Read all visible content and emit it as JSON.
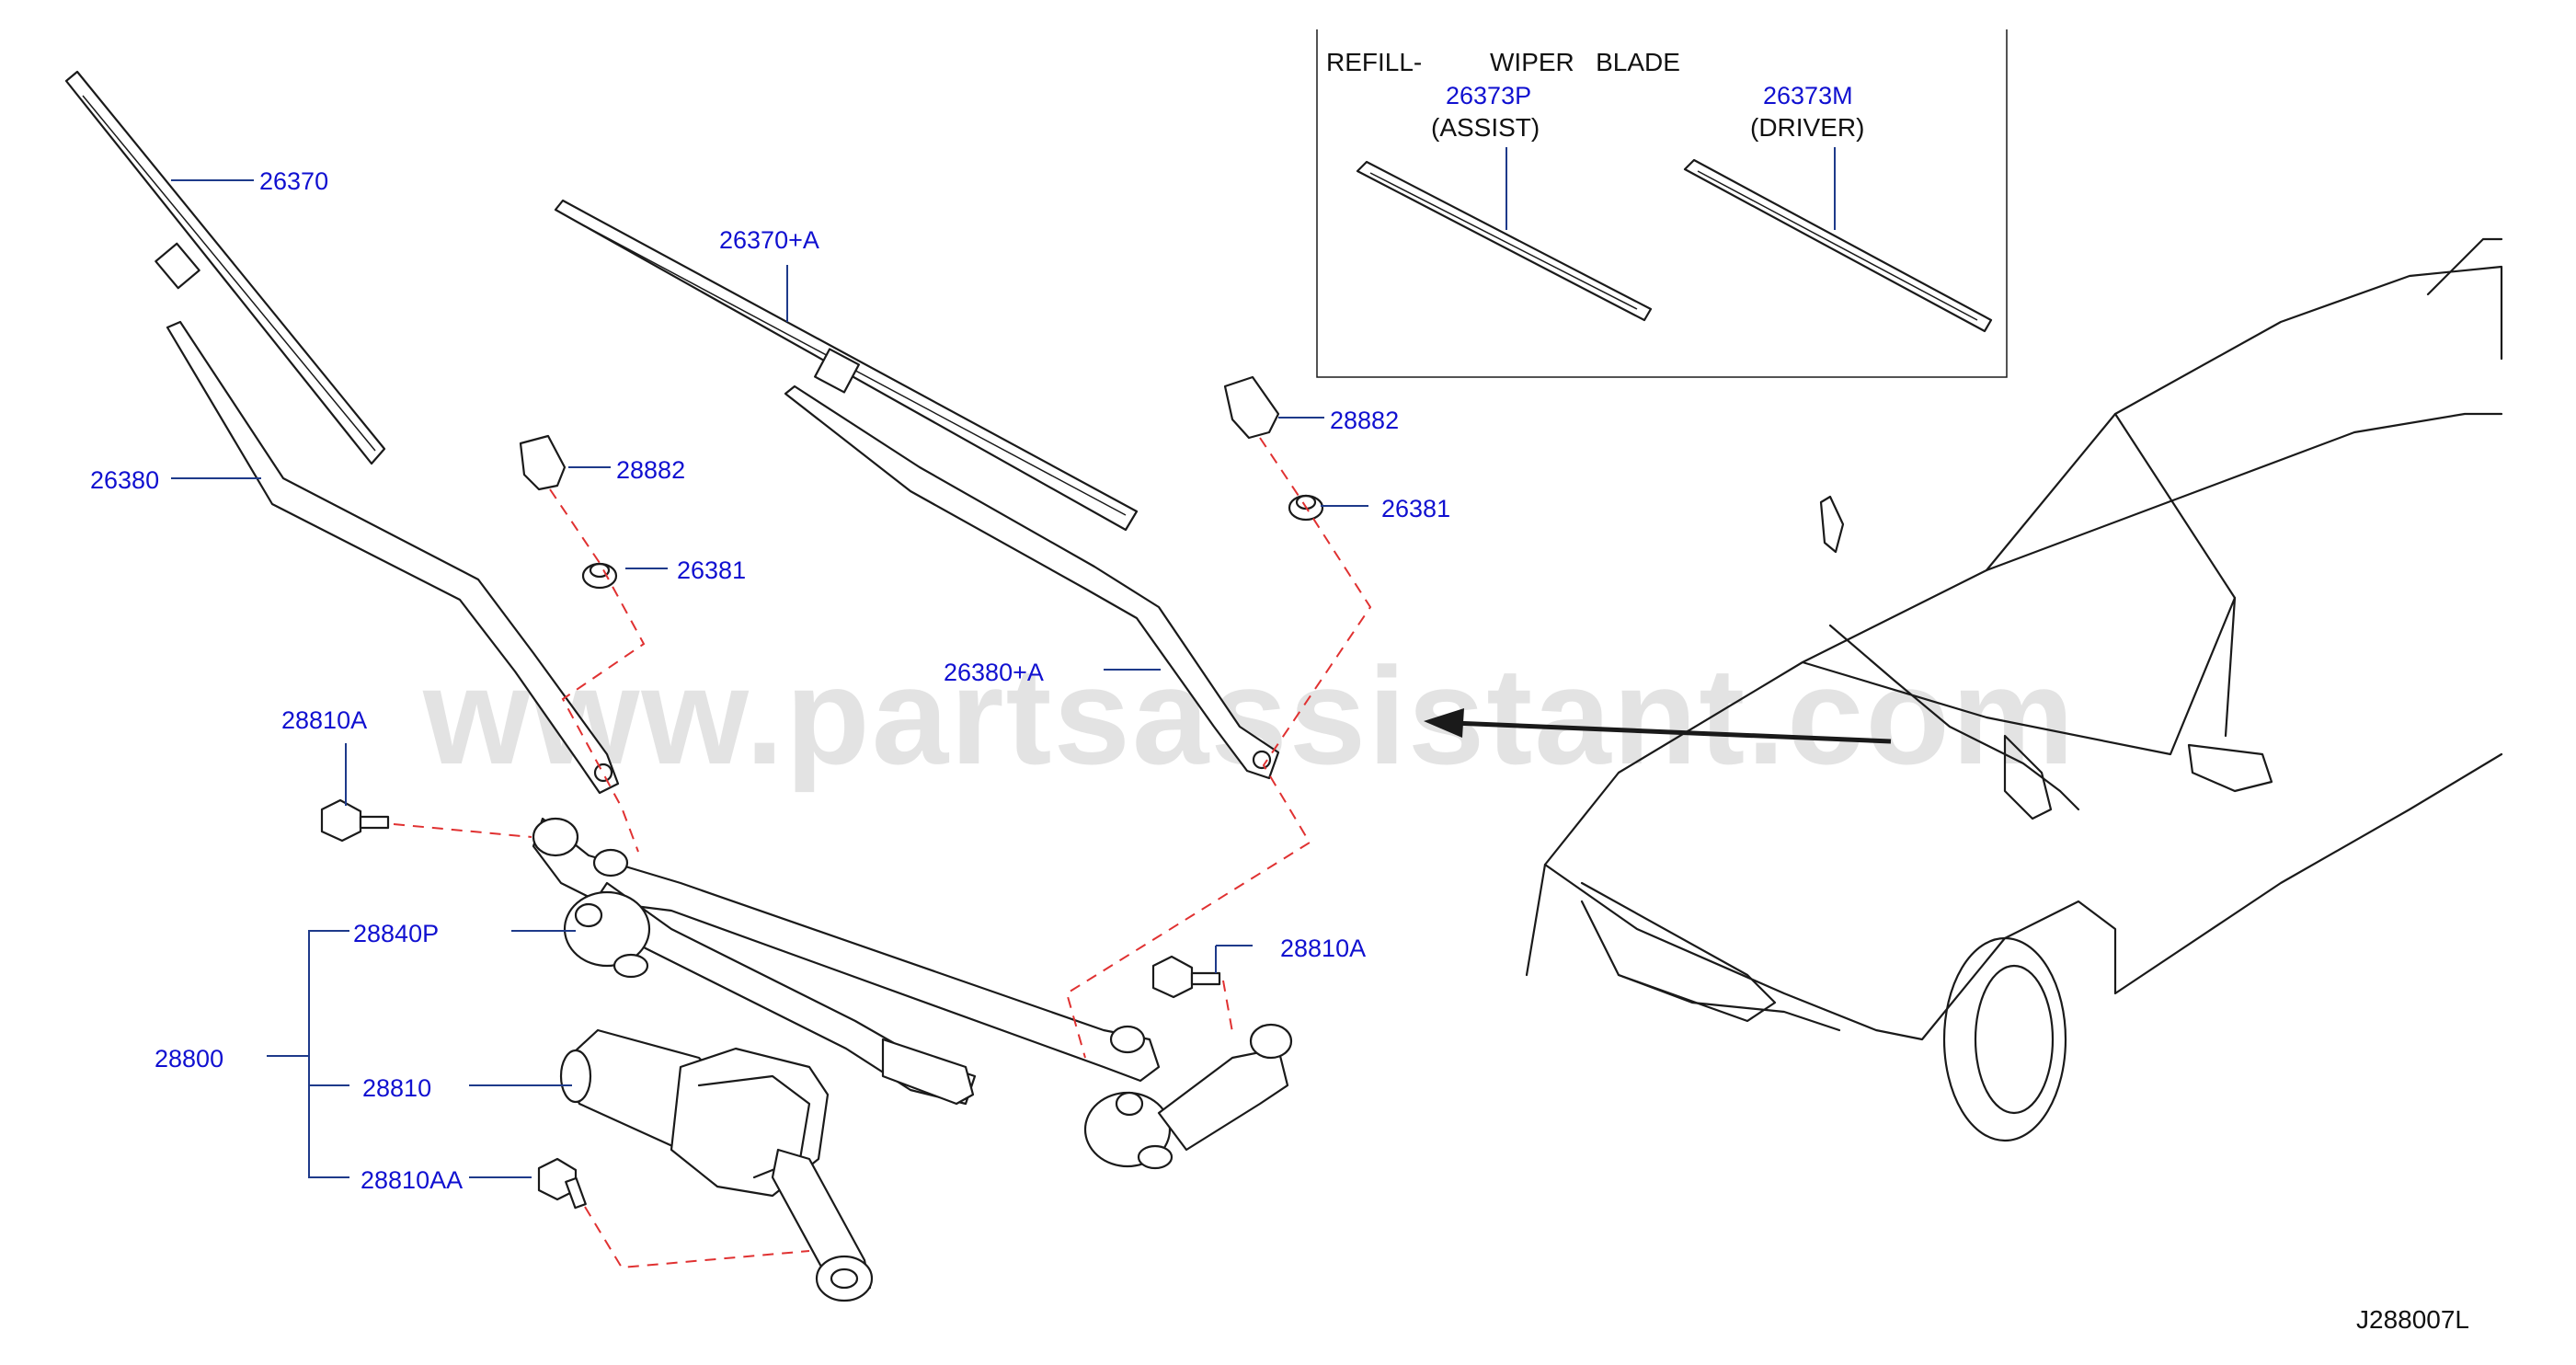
{
  "callouts": {
    "p26370": "26370",
    "p26370a": "26370+A",
    "p26380": "26380",
    "p26380a": "26380+A",
    "p28882_left": "28882",
    "p28882_right": "28882",
    "p26381_left": "26381",
    "p26381_right": "26381",
    "p28810a_left": "28810A",
    "p28810a_right": "28810A",
    "p28840p": "28840P",
    "p28800": "28800",
    "p28810": "28810",
    "p28810aa": "28810AA"
  },
  "refill_box": {
    "heading_refill": "REFILL-",
    "heading_wiper_blade": "WIPER   BLADE",
    "assist_part": "26373P",
    "assist_label": "(ASSIST)",
    "driver_part": "26373M",
    "driver_label": "(DRIVER)"
  },
  "diagram_code": "J288007L",
  "watermark": "www.partsassistant.com",
  "colors": {
    "callout_text": "#1010d0",
    "leader_line": "#1e3a8a",
    "dashed_link": "#e03131",
    "line_art": "#1a1a1a",
    "watermark": "#e3e3e3"
  }
}
